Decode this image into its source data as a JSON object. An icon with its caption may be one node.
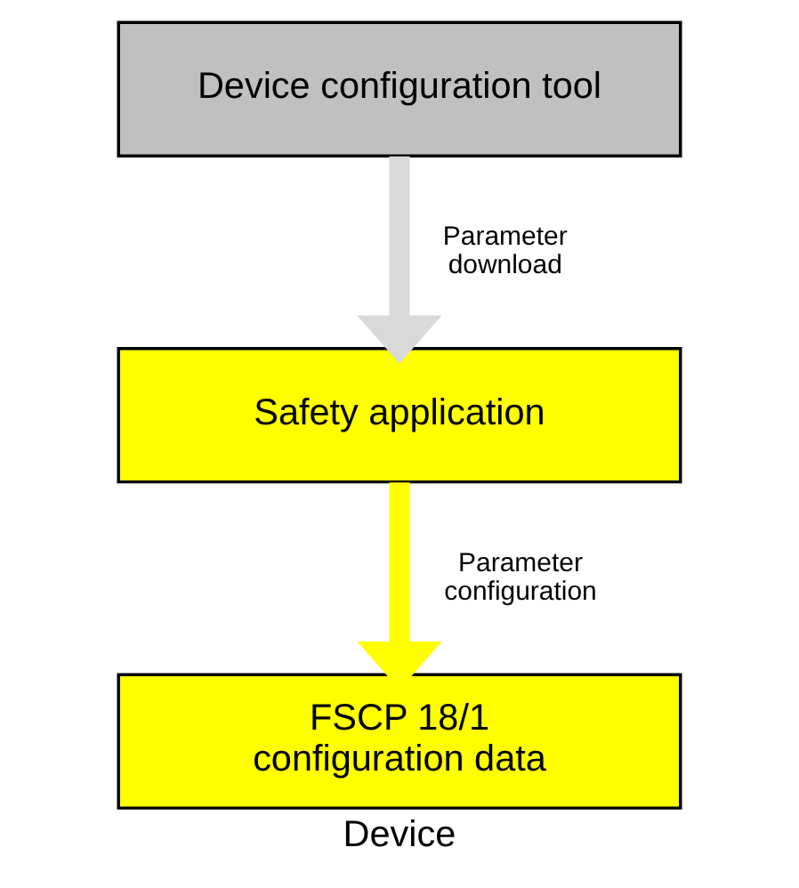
{
  "diagram": {
    "caption": "Device",
    "nodes": [
      {
        "text": [
          "Device configuration tool"
        ]
      },
      {
        "text": [
          "Safety application"
        ]
      },
      {
        "text": [
          "FSCP 18/1 configuration data"
        ]
      }
    ],
    "edges": [
      {
        "from": 0,
        "to": 1,
        "arrow": "to",
        "label": "Parameter download",
        "color": "#d9d9d9"
      },
      {
        "from": 1,
        "to": 2,
        "arrow": "to",
        "label": "Parameter configuration",
        "color": "#ffff00"
      }
    ]
  }
}
